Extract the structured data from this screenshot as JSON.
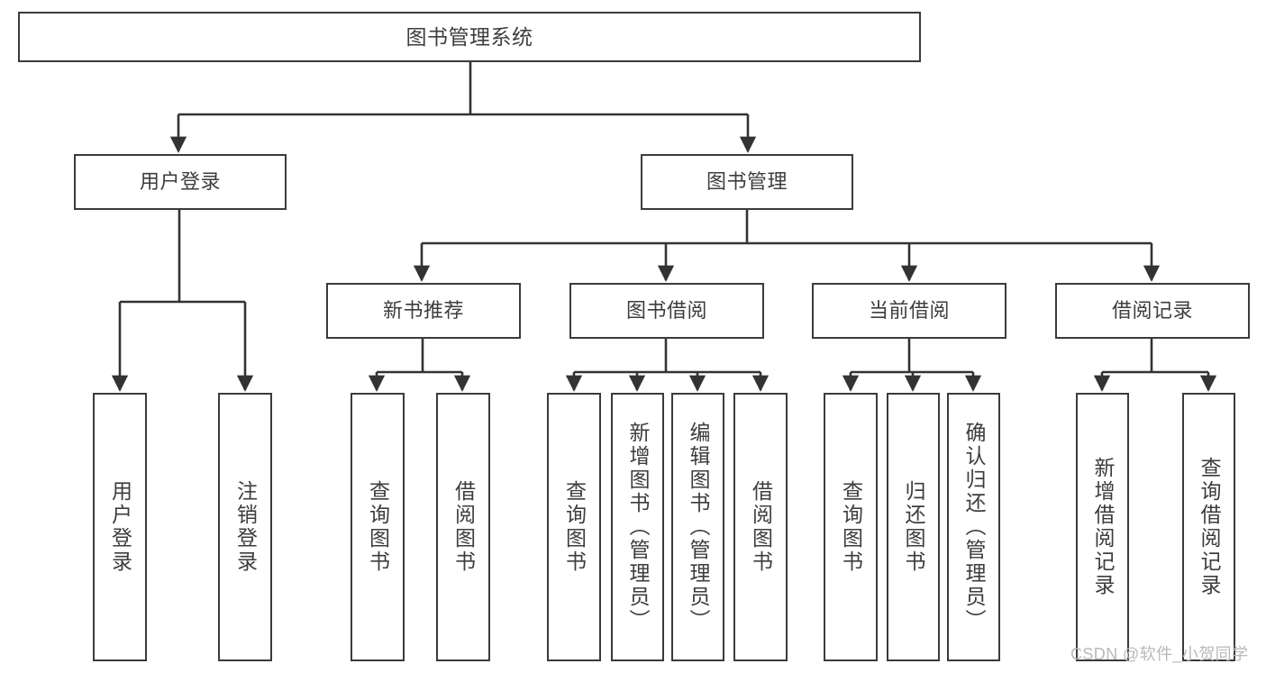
{
  "diagram": {
    "title": "图书管理系统",
    "type": "功能结构图",
    "root": {
      "id": "root",
      "label": "图书管理系统"
    },
    "level1": [
      {
        "id": "user-login",
        "label": "用户登录"
      },
      {
        "id": "book-manage",
        "label": "图书管理"
      }
    ],
    "level2": [
      {
        "id": "new-book-recommend",
        "label": "新书推荐",
        "parent": "book-manage"
      },
      {
        "id": "book-borrow",
        "label": "图书借阅",
        "parent": "book-manage"
      },
      {
        "id": "current-borrow",
        "label": "当前借阅",
        "parent": "book-manage"
      },
      {
        "id": "borrow-record",
        "label": "借阅记录",
        "parent": "book-manage"
      }
    ],
    "leaves": [
      {
        "id": "leaf-user-login",
        "label": "用户登录",
        "parent": "user-login"
      },
      {
        "id": "leaf-user-logout",
        "label": "注销登录",
        "parent": "user-login"
      },
      {
        "id": "leaf-query-book-1",
        "label": "查询图书",
        "parent": "new-book-recommend"
      },
      {
        "id": "leaf-borrow-book-1",
        "label": "借阅图书",
        "parent": "new-book-recommend"
      },
      {
        "id": "leaf-query-book-2",
        "label": "查询图书",
        "parent": "book-borrow"
      },
      {
        "id": "leaf-add-book",
        "label": "新增图书（管理员）",
        "parent": "book-borrow"
      },
      {
        "id": "leaf-edit-book",
        "label": "编辑图书（管理员）",
        "parent": "book-borrow"
      },
      {
        "id": "leaf-borrow-book-2",
        "label": "借阅图书",
        "parent": "book-borrow"
      },
      {
        "id": "leaf-query-book-3",
        "label": "查询图书",
        "parent": "current-borrow"
      },
      {
        "id": "leaf-return-book",
        "label": "归还图书",
        "parent": "current-borrow"
      },
      {
        "id": "leaf-confirm-return",
        "label": "确认归还（管理员）",
        "parent": "current-borrow"
      },
      {
        "id": "leaf-add-record",
        "label": "新增借阅记录",
        "parent": "borrow-record"
      },
      {
        "id": "leaf-query-record",
        "label": "查询借阅记录",
        "parent": "borrow-record"
      }
    ],
    "watermark": "CSDN @软件_小贺同学",
    "colors": {
      "box_border": "#3b3b3b",
      "box_fill": "#ffffff",
      "text": "#3d3d3d",
      "connector": "#333333",
      "watermark": "#b9b9b9",
      "background": "#ffffff"
    }
  }
}
